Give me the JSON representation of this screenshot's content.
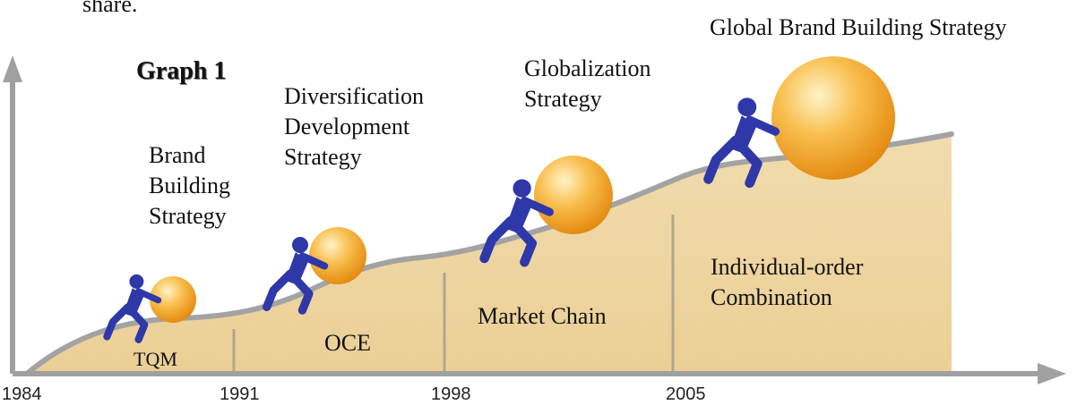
{
  "top_fragment": "share.",
  "graph_label": "Graph 1",
  "stages": [
    {
      "strategy": [
        "Brand",
        "Building",
        "Strategy"
      ],
      "region": "TQM"
    },
    {
      "strategy": [
        "Diversification",
        "Development",
        "Strategy"
      ],
      "region": "OCE"
    },
    {
      "strategy": [
        "Globalization",
        "Strategy"
      ],
      "region": "Market Chain"
    },
    {
      "strategy": [
        "Global Brand Building Strategy"
      ],
      "region": [
        "Individual-order",
        "Combination"
      ]
    }
  ],
  "years": [
    "1984",
    "1991",
    "1998",
    "2005"
  ],
  "colors": {
    "fill": "#f0d9a8",
    "curve": "#9a9a9a",
    "ball": "#f3a12a",
    "figure": "#2f38a8",
    "axis": "#9e9e9e"
  },
  "icons": [
    "arrow-up-icon",
    "arrow-right-icon",
    "pushing-figure-icon",
    "ball-icon"
  ]
}
